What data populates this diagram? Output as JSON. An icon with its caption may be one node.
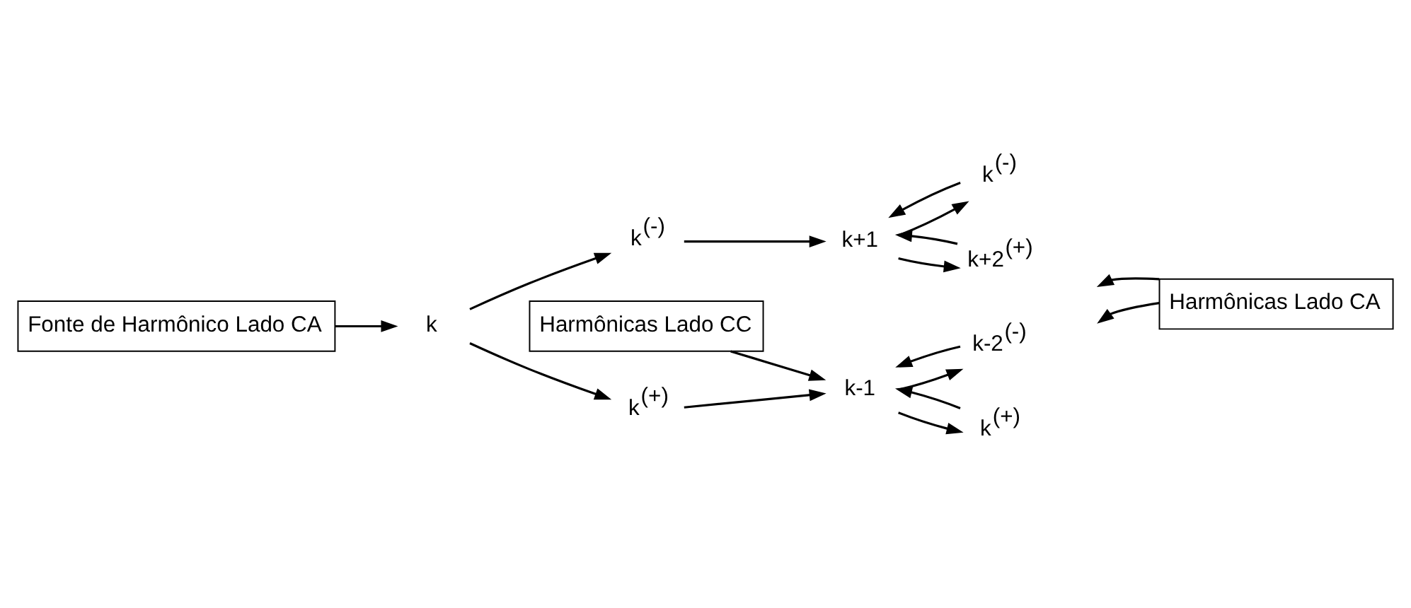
{
  "diagram": {
    "nodes": [
      {
        "text": [
          "Fonte de Harmônico Lado CA"
        ]
      },
      {
        "text": [
          "Harmônicas Lado CC"
        ]
      },
      {
        "text": [
          "k"
        ]
      },
      {
        "text": [
          "k$^{(+)}$"
        ]
      },
      {
        "text": [
          "k$^{(-)}$"
        ]
      },
      {
        "text": [
          "k-1"
        ]
      },
      {
        "text": [
          "k+1"
        ]
      },
      {
        "text": [
          "k-2$^{(-)}$"
        ]
      },
      {
        "text": [
          "k$^{(+)}$"
        ]
      },
      {
        "text": [
          "k$^{(-)}$"
        ]
      },
      {
        "text": [
          "k+2$^{(+)}$"
        ]
      },
      {
        "text": [
          "Harmônicas Lado CA"
        ]
      }
    ],
    "edges": [
      {
        "from": 0,
        "to": 2,
        "arrow": "to"
      },
      {
        "from": 2,
        "to": 3,
        "arrow": "to"
      },
      {
        "from": 2,
        "to": 4,
        "arrow": "to"
      },
      {
        "from": 3,
        "to": 5,
        "arrow": "to"
      },
      {
        "from": 4,
        "to": 6,
        "arrow": "to"
      },
      {
        "from": 1,
        "to": 5,
        "arrow": "to"
      },
      {
        "from": 7,
        "to": 5,
        "arrow": "to"
      },
      {
        "from": 5,
        "to": 7,
        "arrow": "to"
      },
      {
        "from": 5,
        "to": 8,
        "arrow": "to"
      },
      {
        "from": 8,
        "to": 5,
        "arrow": "to"
      },
      {
        "from": 9,
        "to": 6,
        "arrow": "to"
      },
      {
        "from": 6,
        "to": 9,
        "arrow": "to"
      },
      {
        "from": 6,
        "to": 10,
        "arrow": "to"
      },
      {
        "from": 10,
        "to": 6,
        "arrow": "to"
      },
      {
        "from": 11,
        "to": null,
        "arrow": "to"
      },
      {
        "from": 11,
        "to": null,
        "arrow": "to"
      }
    ]
  }
}
